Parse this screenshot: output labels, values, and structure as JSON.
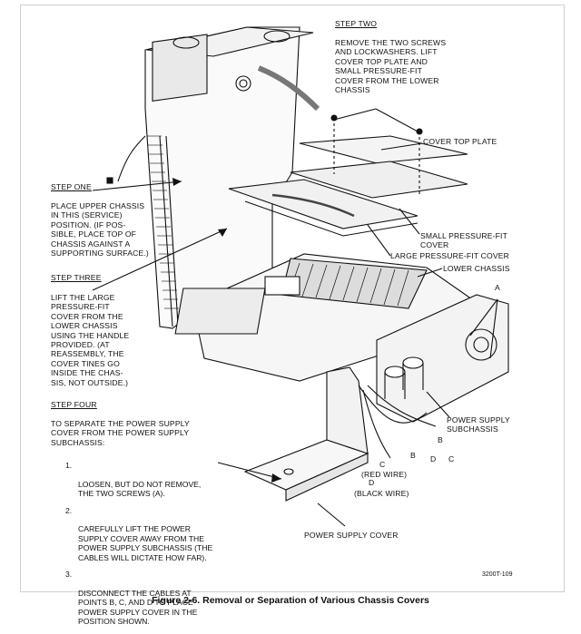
{
  "step_two": {
    "heading": "STEP TWO",
    "text": "REMOVE THE TWO SCREWS\nAND LOCKWASHERS. LIFT\nCOVER TOP PLATE AND\nSMALL PRESSURE-FIT\nCOVER FROM THE LOWER\nCHASSIS"
  },
  "step_one": {
    "heading": "STEP ONE",
    "text": "PLACE UPPER CHASSIS\nIN THIS (SERVICE)\nPOSITION. (IF POS-\nSIBLE, PLACE TOP OF\nCHASSIS AGAINST A\nSUPPORTING SURFACE.)"
  },
  "step_three": {
    "heading": "STEP THREE",
    "text": "LIFT THE LARGE\nPRESSURE-FIT\nCOVER FROM THE\nLOWER CHASSIS\nUSING THE HANDLE\nPROVIDED. (AT\nREASSEMBLY, THE\nCOVER TINES GO\nINSIDE THE CHAS-\nSIS, NOT OUTSIDE.)"
  },
  "step_four": {
    "heading": "STEP FOUR",
    "text": "TO SEPARATE THE POWER SUPPLY\nCOVER FROM THE POWER SUPPLY\nSUBCHASSIS:",
    "items": [
      {
        "num": "1.",
        "text": "LOOSEN, BUT DO NOT REMOVE,\nTHE TWO SCREWS (A)."
      },
      {
        "num": "2.",
        "text": "CAREFULLY LIFT THE POWER\nSUPPLY COVER AWAY FROM THE\nPOWER SUPPLY SUBCHASSIS (THE\nCABLES WILL DICTATE HOW FAR)."
      },
      {
        "num": "3.",
        "text": "DISCONNECT THE CABLES AT\nPOINTS B, C, AND D TO PLACE\nPOWER SUPPLY COVER IN THE\nPOSITION SHOWN."
      }
    ]
  },
  "callouts": {
    "cover_top_plate": "COVER TOP PLATE",
    "small_cover": "SMALL PRESSURE-FIT\nCOVER",
    "large_cover": "LARGE PRESSURE-FIT COVER",
    "lower_chassis": "LOWER CHASSIS",
    "point_a": "A",
    "psu_subchassis": "POWER SUPPLY\nSUBCHASSIS",
    "b_right": "B",
    "b_mid": "B",
    "d_mid": "D",
    "c_mid": "C",
    "c_low": "C",
    "red_wire": "(RED WIRE)",
    "d_low": "D",
    "black_wire": "(BLACK WIRE)",
    "psu_cover": "POWER SUPPLY COVER"
  },
  "figure_code": "3200T-109",
  "caption": "Figure 2-6. Removal or Separation of Various Chassis Covers"
}
